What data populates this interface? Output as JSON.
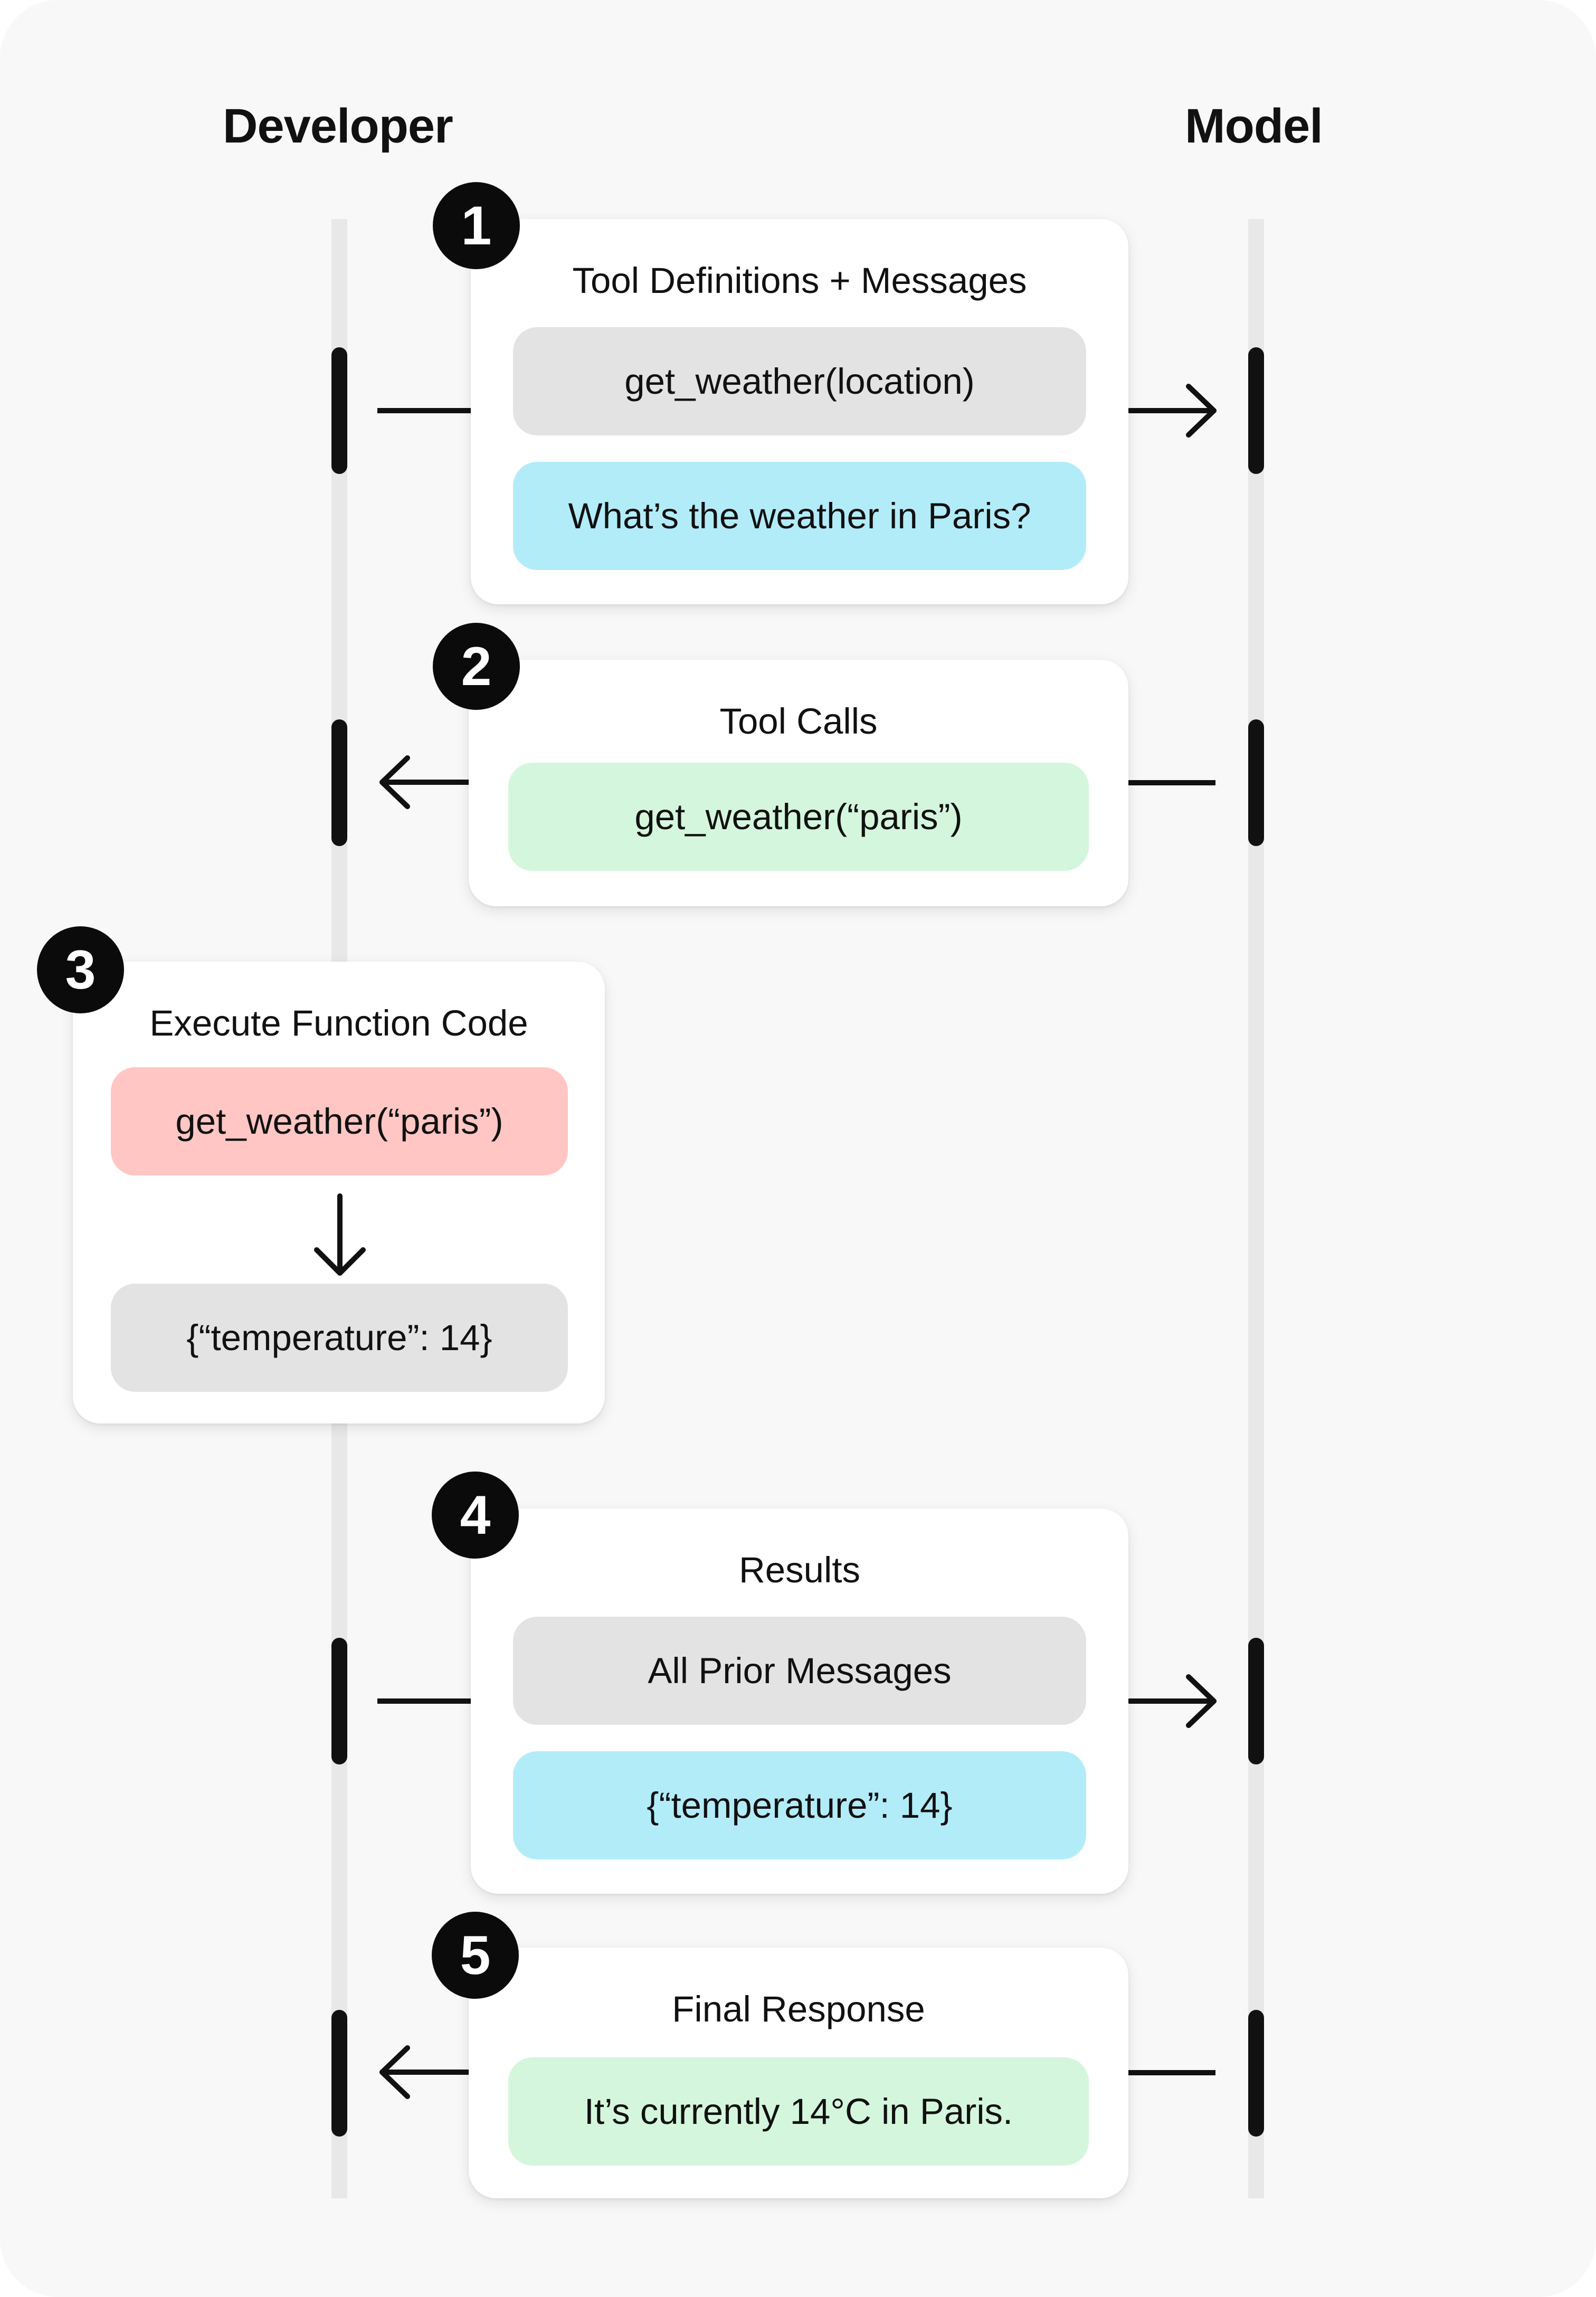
{
  "columns": {
    "developer": "Developer",
    "model": "Model"
  },
  "steps": [
    {
      "number": "1",
      "title": "Tool Definitions + Messages",
      "items": [
        "get_weather(location)",
        "What’s the weather in Paris?"
      ],
      "direction": "developer-to-model"
    },
    {
      "number": "2",
      "title": "Tool Calls",
      "items": [
        "get_weather(“paris”)"
      ],
      "direction": "model-to-developer"
    },
    {
      "number": "3",
      "title": "Execute Function Code",
      "items": [
        "get_weather(“paris”)",
        "{“temperature”: 14}"
      ],
      "direction": "on-developer"
    },
    {
      "number": "4",
      "title": "Results",
      "items": [
        "All Prior Messages",
        "{“temperature”: 14}"
      ],
      "direction": "developer-to-model"
    },
    {
      "number": "5",
      "title": "Final Response",
      "items": [
        "It’s currently 14°C in Paris."
      ],
      "direction": "model-to-developer"
    }
  ],
  "colors": {
    "background": "#f8f8f8",
    "lane": "#e8e8e8",
    "gray_pill": "#e3e3e3",
    "blue_pill": "#b3ecf9",
    "green_pill": "#d4f6dd",
    "red_pill": "#ffc6c3",
    "ink": "#111111"
  }
}
